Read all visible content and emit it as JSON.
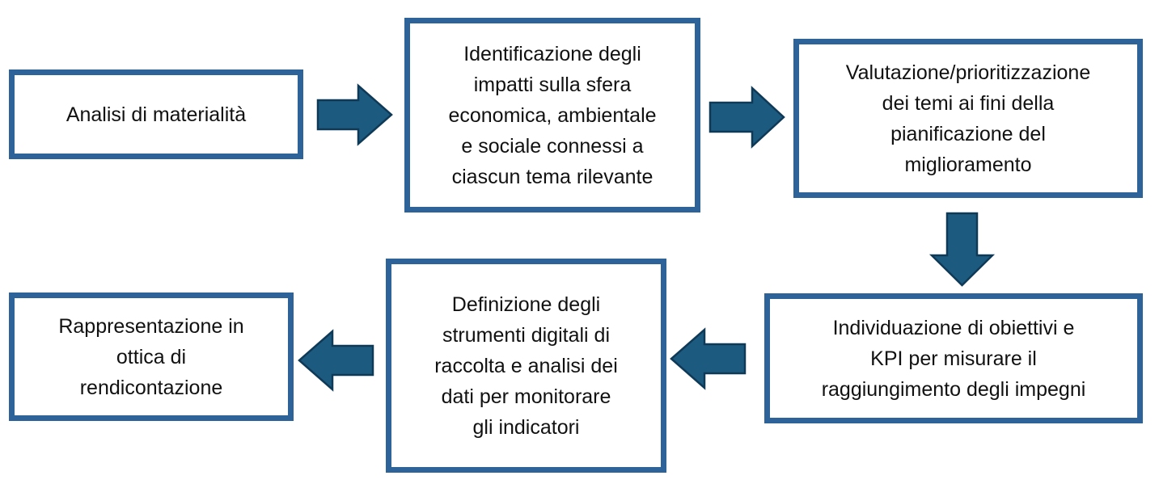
{
  "colors": {
    "box_border": "#2e6399",
    "arrow_fill": "#1c5a7f",
    "arrow_stroke": "#0f3a57",
    "text": "#111111"
  },
  "diagram": {
    "steps": [
      {
        "id": "analisi",
        "text": "Analisi di materialità"
      },
      {
        "id": "identificazione",
        "text": "Identificazione degli\nimpatti sulla sfera\neconomica, ambientale\ne sociale connessi a\nciascun tema rilevante"
      },
      {
        "id": "valutazione",
        "text": "Valutazione/prioritizzazione\ndei temi ai fini della\npianificazione del\nmiglioramento"
      },
      {
        "id": "individuazione",
        "text": "Individuazione di obiettivi e\nKPI per misurare il\nraggiungimento degli impegni"
      },
      {
        "id": "definizione",
        "text": "Definizione degli\nstrumenti digitali di\nraccolta e analisi dei\ndati per monitorare\ngli indicatori"
      },
      {
        "id": "rappresentazione",
        "text": "Rappresentazione in\nottica di\nrendicontazione"
      }
    ],
    "connections": [
      {
        "from": "analisi",
        "to": "identificazione",
        "direction": "right"
      },
      {
        "from": "identificazione",
        "to": "valutazione",
        "direction": "right"
      },
      {
        "from": "valutazione",
        "to": "individuazione",
        "direction": "down"
      },
      {
        "from": "individuazione",
        "to": "definizione",
        "direction": "left"
      },
      {
        "from": "definizione",
        "to": "rappresentazione",
        "direction": "left"
      }
    ]
  }
}
